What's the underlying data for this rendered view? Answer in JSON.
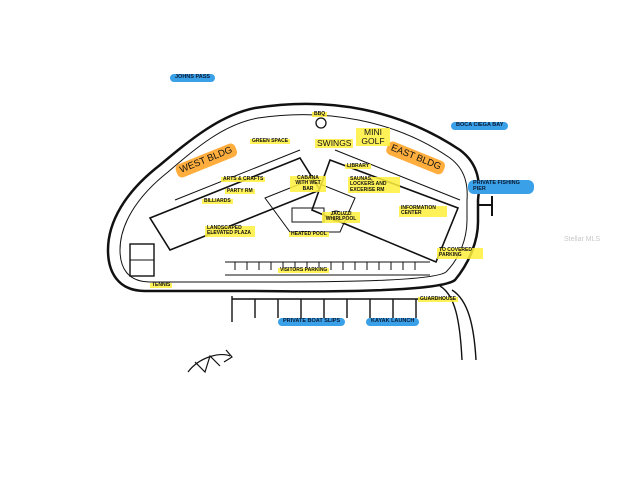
{
  "water_labels": {
    "johns_pass": "JOHNS PASS",
    "boca_ciega_bay": "BOCA CIEGA BAY",
    "private_fishing_pier": "PRIVATE FISHING PIER",
    "private_boat_slips": "PRIVATE BOAT SLIPS",
    "kayak_launch": "KAYAK LAUNCH"
  },
  "buildings": {
    "west": "WEST BLDG",
    "east": "EAST BLDG"
  },
  "amenities": {
    "bbq": "BBQ",
    "green_space": "GREEN SPACE",
    "swings": "SWINGS",
    "mini_golf": "MINI GOLF",
    "arts_crafts": "ARTS & CRAFTS",
    "party_rm": "PARTY RM",
    "billiards": "BILLIARDS",
    "cabana": "CABANA WITH WET BAR",
    "library": "LIBRARY",
    "saunas": "SAUNAS, LOCKERS AND EXCERISE RM",
    "information_center": "INFORMATION CENTER",
    "jacuzzi": "JACUZZI WHIRLPOOL",
    "heated_pool": "HEATED POOL",
    "landscaped_plaza": "LANDSCAPED ELEVATED PLAZA",
    "visitors_parking": "VISITORS PARKING",
    "covered_parking": "TO COVERED PARKING",
    "guardhouse": "GUARDHOUSE",
    "tennis": "TENNIS"
  },
  "watermark": "Stellar MLS",
  "colors": {
    "highlight_yellow": "#fff03c",
    "highlight_blue": "#3aa0e8",
    "highlight_orange": "#ffa528",
    "ink": "#111111"
  }
}
